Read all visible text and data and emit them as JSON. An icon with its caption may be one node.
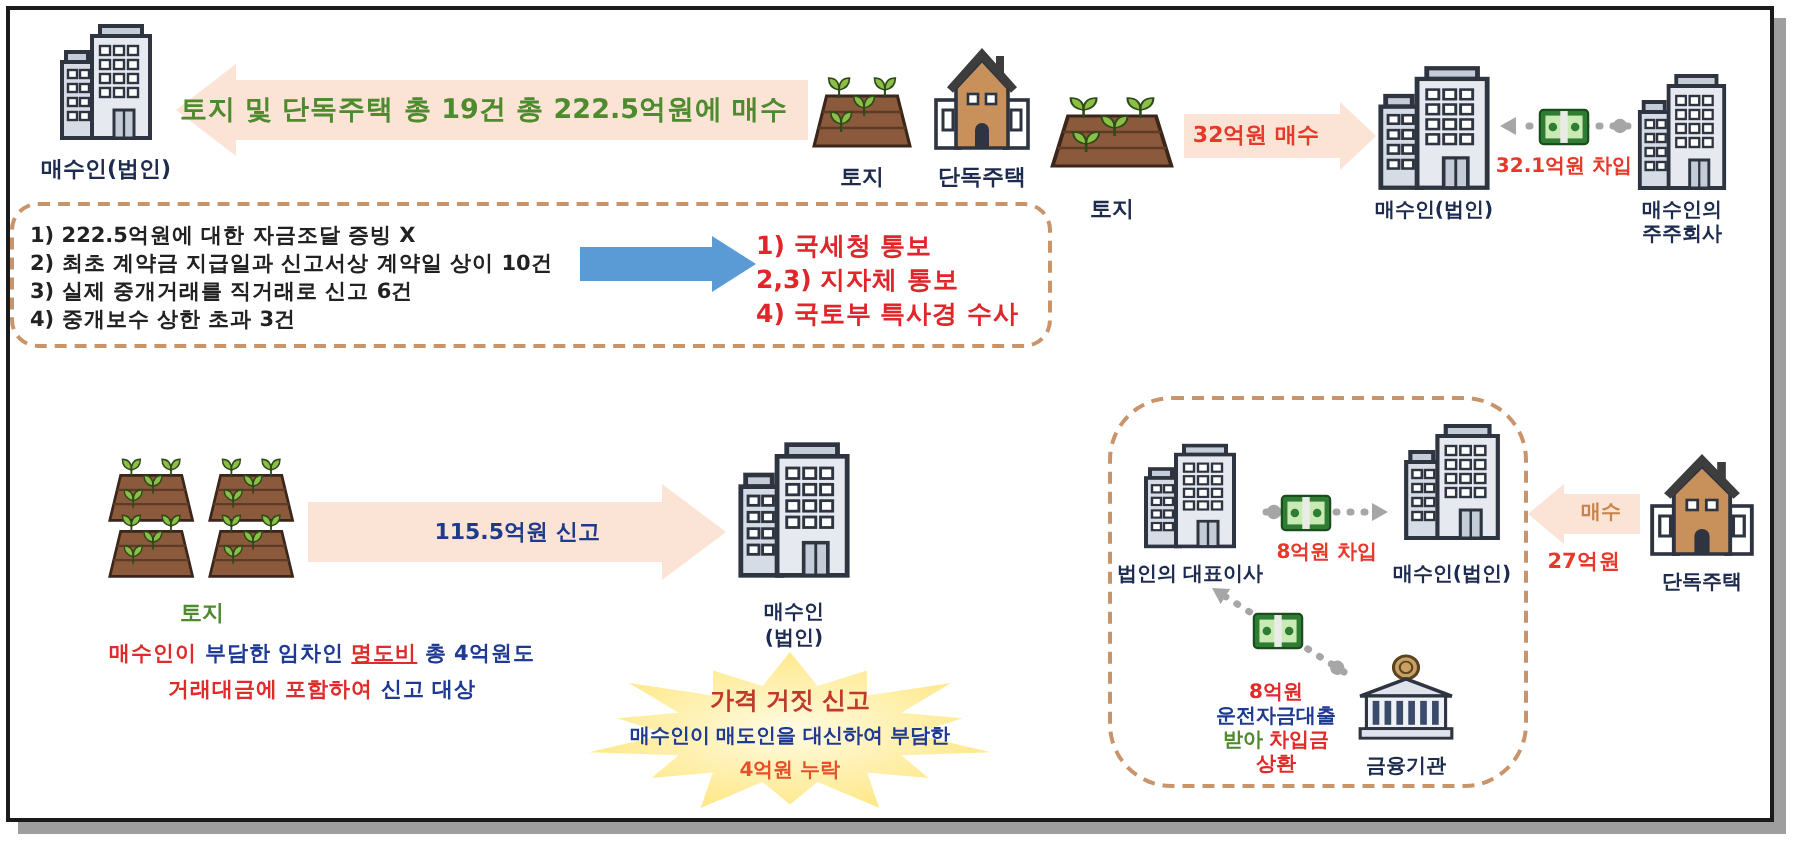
{
  "diagram": {
    "nodes": [
      {
        "text": [
          "매수인(법인)"
        ]
      },
      {
        "text": [
          "토지"
        ]
      },
      {
        "text": [
          "단독주택"
        ]
      },
      {
        "text": [],
        "shape": "box"
      },
      {
        "text": [
          "1) 222.5억원에 대한 자금조달 증빙 X",
          "2) 최초 계약금 지급일과 신고서상 계약일 상이 10건",
          "3) 실제 중개거래를 직거래로 신고 6건",
          "4) 중개보수 상한 초과 3건"
        ],
        "in": 3
      },
      {
        "text": [
          "1) 국세청 통보",
          "2,3) 지자체 통보",
          "4) 국토부 특사경 수사"
        ],
        "in": 3
      },
      {
        "text": [
          "토지"
        ]
      },
      {
        "text": [
          "매수인(법인)"
        ]
      },
      {
        "text": [
          "매수인의 주주회사"
        ]
      },
      {
        "text": [
          "토지"
        ]
      },
      {
        "text": [
          "매수인 (법인)"
        ]
      },
      {
        "text": [
          "가격 거짓 신고",
          "매수인이 매도인을 대신하여 부담한",
          "4억원 누락"
        ]
      },
      {
        "text": [],
        "shape": "box"
      },
      {
        "text": [
          "법인의 대표이사"
        ],
        "in": 12
      },
      {
        "text": [
          "매수인(법인)"
        ],
        "in": 12
      },
      {
        "text": [
          "금융기관"
        ],
        "in": 12
      },
      {
        "text": [
          "단독주택"
        ]
      }
    ],
    "edges": [
      {
        "from": 1,
        "to": 0,
        "arrow": "to",
        "label": "토지 및 단독주택 총 19건 총 222.5억원에 매수"
      },
      {
        "from": 4,
        "to": 5,
        "arrow": "to",
        "color": "#5b9bd5"
      },
      {
        "from": 6,
        "to": 7,
        "arrow": "to",
        "label": "32억원 매수"
      },
      {
        "from": 8,
        "to": 7,
        "arrow": "to",
        "label": "32.1억원 차입",
        "style": "dashed",
        "color": "#a6a6a6"
      },
      {
        "from": 9,
        "to": 10,
        "arrow": "to",
        "label": "115.5억원 신고"
      },
      {
        "from": 13,
        "to": 14,
        "arrow": "to",
        "label": "8억원 차입",
        "style": "dashed",
        "color": "#a6a6a6"
      },
      {
        "from": 15,
        "to": 13,
        "arrow": "to",
        "label": "*8억원* 운전자금대출 **받아** *차입금 상환*",
        "style": "dashed",
        "color": "#a6a6a6"
      },
      {
        "from": 16,
        "to": 12,
        "arrow": "to",
        "label": "매수"
      }
    ],
    "labels": [
      "27억원",
      "*매수인이* 부담한 임차인 **명도비** 총 4억원도 *거래대금에* *포함하여* 신고 대상"
    ]
  }
}
